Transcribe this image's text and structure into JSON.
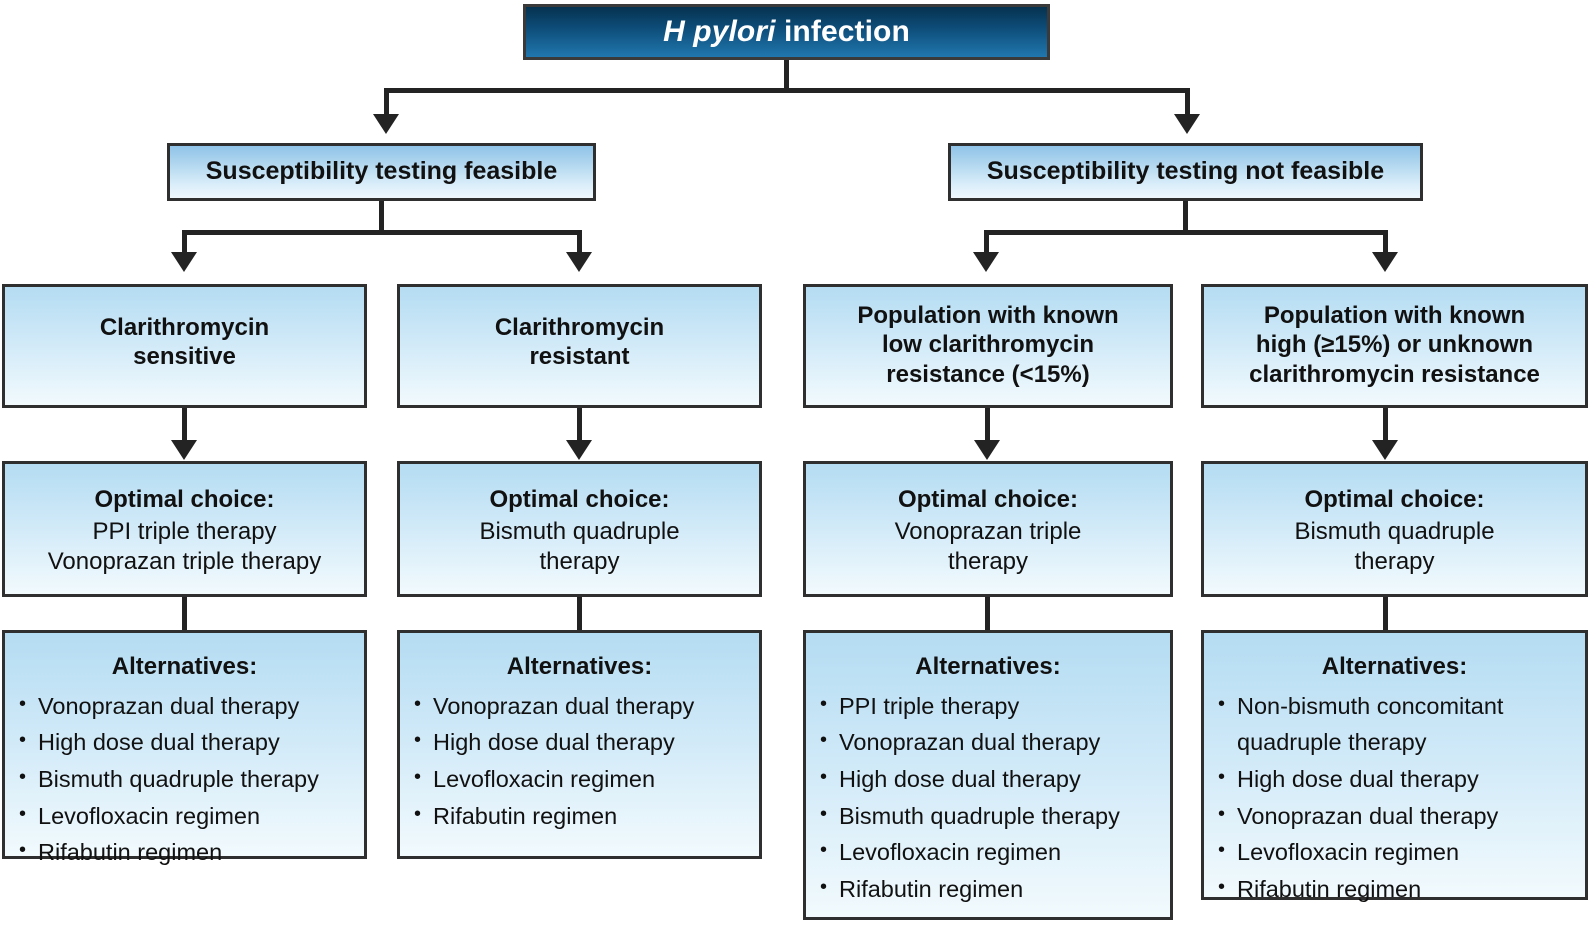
{
  "diagram": {
    "title_box": {
      "text_italic": "H pylori",
      "text_rest": " infection"
    },
    "branch_feasible": {
      "label": "Susceptibility testing feasible"
    },
    "branch_not_feasible": {
      "label": "Susceptibility testing not feasible"
    },
    "columns": [
      {
        "condition_line1": "Clarithromycin",
        "condition_line2": "sensitive",
        "condition_line3": "",
        "optimal_heading": "Optimal choice:",
        "optimal_line1": "PPI triple therapy",
        "optimal_line2": "Vonoprazan triple therapy",
        "alternatives_heading": "Alternatives:",
        "alternatives": [
          "Vonoprazan dual therapy",
          "High dose dual therapy",
          "Bismuth quadruple therapy",
          "Levofloxacin regimen",
          "Rifabutin regimen"
        ]
      },
      {
        "condition_line1": "Clarithromycin",
        "condition_line2": "resistant",
        "condition_line3": "",
        "optimal_heading": "Optimal choice:",
        "optimal_line1": "Bismuth quadruple",
        "optimal_line2": "therapy",
        "alternatives_heading": "Alternatives:",
        "alternatives": [
          "Vonoprazan dual therapy",
          "High dose dual therapy",
          "Levofloxacin regimen",
          "Rifabutin regimen"
        ]
      },
      {
        "condition_line1": "Population with known",
        "condition_line2": "low clarithromycin",
        "condition_line3": "resistance (<15%)",
        "optimal_heading": "Optimal choice:",
        "optimal_line1": "Vonoprazan triple",
        "optimal_line2": "therapy",
        "alternatives_heading": "Alternatives:",
        "alternatives": [
          "PPI triple therapy",
          "Vonoprazan dual therapy",
          "High dose dual therapy",
          "Bismuth quadruple therapy",
          "Levofloxacin regimen",
          "Rifabutin regimen"
        ]
      },
      {
        "condition_line1": "Population with known",
        "condition_line2": "high (≥15%) or unknown",
        "condition_line3": "clarithromycin resistance",
        "optimal_heading": "Optimal choice:",
        "optimal_line1": "Bismuth quadruple",
        "optimal_line2": "therapy",
        "alternatives_heading": "Alternatives:",
        "alternatives": [
          "Non-bismuth concomitant quadruple therapy",
          "High dose dual therapy",
          "Vonoprazan dual therapy",
          "Levofloxacin regimen",
          "Rifabutin regimen"
        ]
      }
    ],
    "colors": {
      "title_gradient_top": "#06324f",
      "title_gradient_bottom": "#2077ae",
      "box_gradient_top": "#b4dcf2",
      "box_gradient_bottom": "#f2fafd",
      "border": "#2f2f2f",
      "connector": "#232323",
      "text": "#111111",
      "title_text": "#ffffff"
    }
  }
}
